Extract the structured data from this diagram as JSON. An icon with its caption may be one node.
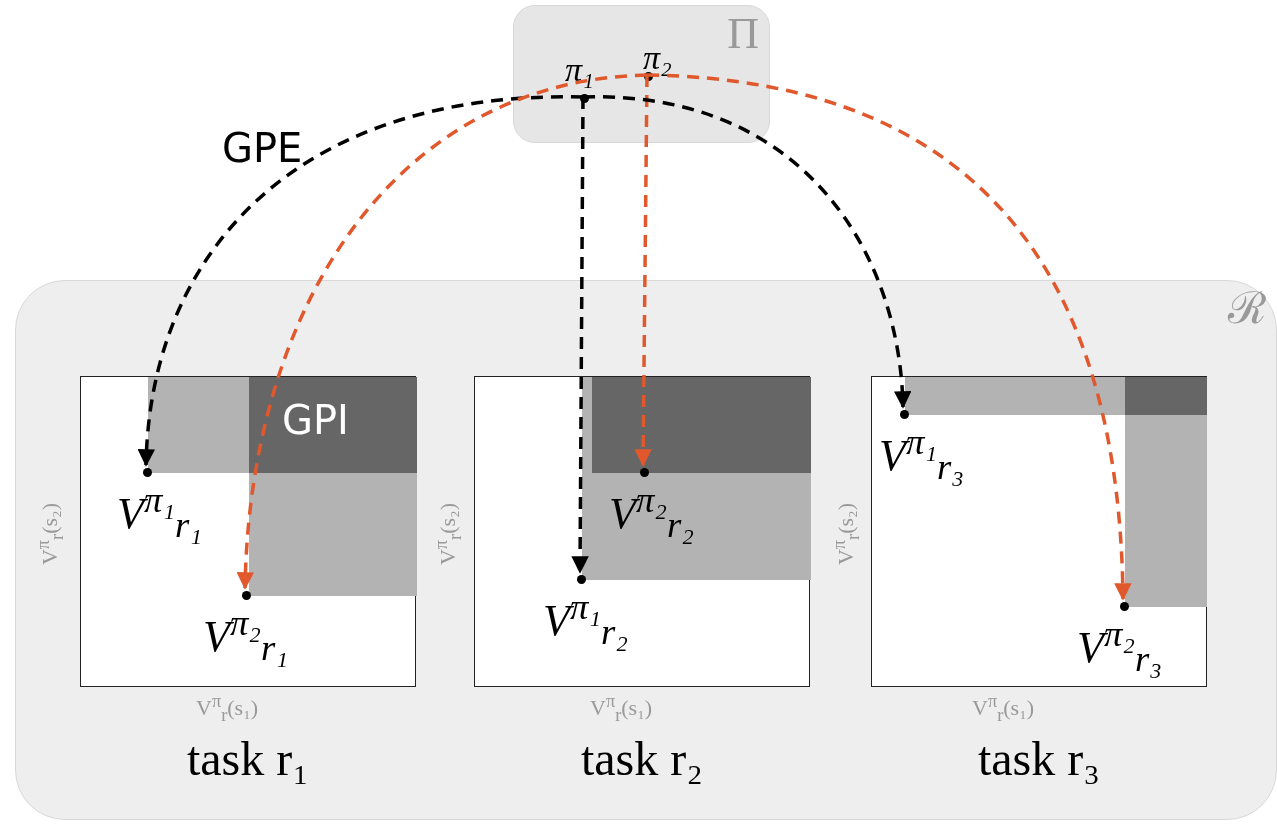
{
  "diagram": {
    "nodes": [
      {
        "text": [
          "Π"
        ]
      },
      {
        "text": [
          "π₁"
        ],
        "in": 0
      },
      {
        "text": [
          "π₂"
        ],
        "in": 0
      },
      {
        "text": [
          "ℛ"
        ]
      },
      {
        "text": [
          "task r₁"
        ],
        "in": 3
      },
      {
        "text": [
          "V$^{π₁}$$_{r₁}$"
        ],
        "in": 4
      },
      {
        "text": [
          "V$^{π₂}$$_{r₁}$"
        ],
        "in": 4
      },
      {
        "text": [
          "task r₂"
        ],
        "in": 3
      },
      {
        "text": [
          "V$^{π₂}$$_{r₂}$"
        ],
        "in": 7
      },
      {
        "text": [
          "V$^{π₁}$$_{r₂}$"
        ],
        "in": 7
      },
      {
        "text": [
          "task r₃"
        ],
        "in": 3
      },
      {
        "text": [
          "V$^{π₁}$$_{r₃}$"
        ],
        "in": 10
      },
      {
        "text": [
          "V$^{π₂}$$_{r₃}$"
        ],
        "in": 10
      }
    ],
    "edges": [
      {
        "from": 1,
        "to": 5,
        "arrow": "to",
        "style": "dashed"
      },
      {
        "from": 2,
        "to": 6,
        "arrow": "to",
        "style": "dashed",
        "color": "#e0582c"
      },
      {
        "from": 1,
        "to": 9,
        "arrow": "to",
        "style": "dashed"
      },
      {
        "from": 2,
        "to": 8,
        "arrow": "to",
        "style": "dashed",
        "color": "#e0582c"
      },
      {
        "from": 1,
        "to": 11,
        "arrow": "to",
        "style": "dashed"
      },
      {
        "from": 2,
        "to": 12,
        "arrow": "to",
        "style": "dashed",
        "color": "#e0582c"
      }
    ],
    "labels": [
      "GPE",
      "GPI",
      "V$^{π}$$_{r}$(s₂)",
      "V$^{π}$$_{r}$(s₂)",
      "V$^{π}$$_{r}$(s₂)",
      "V$^{π}$$_{r}$(s₁)",
      "V$^{π}$$_{r}$(s₁)",
      "V$^{π}$$_{r}$(s₁)"
    ]
  }
}
